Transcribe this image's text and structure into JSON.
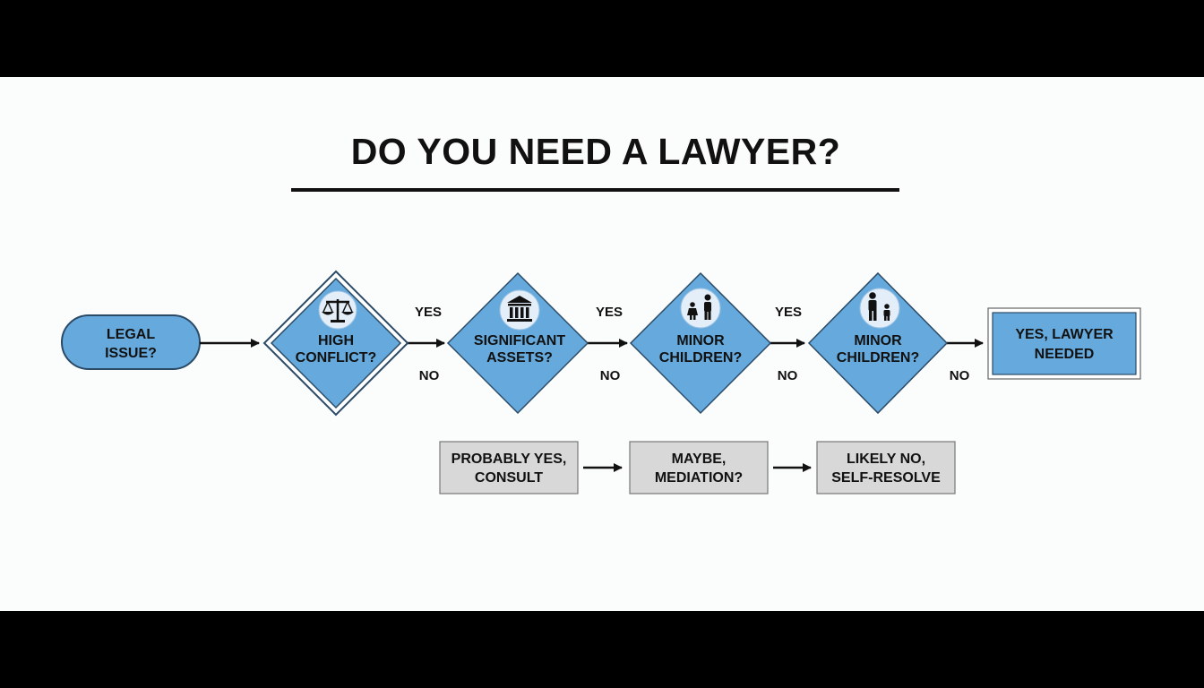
{
  "title": "DO YOU NEED A LAWYER?",
  "colors": {
    "node_fill": "#66aadd",
    "node_stroke": "#2a4a66",
    "result_fill": "#d8d8d8",
    "text": "#111111"
  },
  "start": {
    "line1": "LEGAL",
    "line2": "ISSUE?"
  },
  "decisions": [
    {
      "line1": "HIGH",
      "line2": "CONFLICT?",
      "icon": "scales-icon"
    },
    {
      "line1": "SIGNIFICANT",
      "line2": "ASSETS?",
      "icon": "bank-icon"
    },
    {
      "line1": "MINOR",
      "line2": "CHILDREN?",
      "icon": "parent-child-icon"
    },
    {
      "line1": "MINOR",
      "line2": "CHILDREN?",
      "icon": "parent-child-icon"
    }
  ],
  "end": {
    "line1": "YES, LAWYER",
    "line2": "NEEDED"
  },
  "yes_label": "YES",
  "no_label": "NO",
  "outcomes": [
    {
      "line1": "PROBABLY YES,",
      "line2": "CONSULT"
    },
    {
      "line1": "MAYBE,",
      "line2": "MEDIATION?"
    },
    {
      "line1": "LIKELY NO,",
      "line2": "SELF-RESOLVE"
    }
  ]
}
